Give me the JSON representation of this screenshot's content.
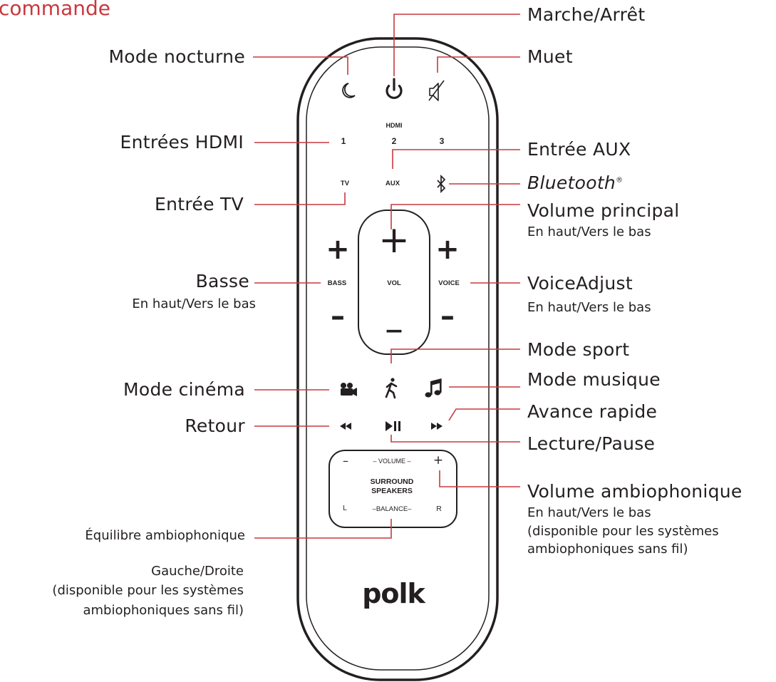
{
  "title": "commande",
  "labels": {
    "power": "Marche/Arrêt",
    "mute": "Muet",
    "night": "Mode nocturne",
    "hdmi": "Entrées HDMI",
    "aux": "Entrée AUX",
    "bluetooth": "Bluetooth",
    "bluetooth_mark": "®",
    "tv": "Entrée TV",
    "volume": "Volume principal",
    "volume_sub": "En haut/Vers le bas",
    "bass": "Basse",
    "bass_sub": "En haut/Vers le bas",
    "voice": "VoiceAdjust",
    "voice_sub": "En haut/Vers le bas",
    "sport": "Mode sport",
    "cinema": "Mode cinéma",
    "music": "Mode musique",
    "forward": "Avance rapide",
    "back": "Retour",
    "play": "Lecture/Pause",
    "surround_vol": "Volume ambiophonique",
    "surround_vol_sub1": "En haut/Vers le bas",
    "surround_vol_sub2": "(disponible pour les systèmes",
    "surround_vol_sub3": "ambiophoniques sans fil)",
    "balance": "Équilibre ambiophonique",
    "balance_sub1": "Gauche/Droite",
    "balance_sub2": "(disponible pour les systèmes",
    "balance_sub3": "ambiophoniques sans fil)"
  },
  "remote": {
    "hdmi_label": "HDMI",
    "hdmi_1": "1",
    "hdmi_2": "2",
    "hdmi_3": "3",
    "tv": "TV",
    "aux": "AUX",
    "bass": "BASS",
    "vol": "VOL",
    "voice": "VOICE",
    "plus": "+",
    "minus": "–",
    "surround_volume": "– VOLUME –",
    "surround_minus": "–",
    "surround_plus": "+",
    "surround_1": "SURROUND",
    "surround_2": "SPEAKERS",
    "balance": "–BALANCE–",
    "balance_l": "L",
    "balance_r": "R",
    "brand": "polk"
  },
  "icons": {
    "power": "power-icon",
    "mute": "mute-icon",
    "night": "night-mode-icon",
    "bluetooth": "bluetooth-icon",
    "cinema": "movie-camera-icon",
    "sport": "sport-icon",
    "music": "music-note-icon",
    "rewind": "rewind-icon",
    "play_pause": "play-pause-icon",
    "fast_forward": "fast-forward-icon"
  },
  "colors": {
    "leader": "#c8383e",
    "title": "#c8383e",
    "ink": "#231f20"
  }
}
